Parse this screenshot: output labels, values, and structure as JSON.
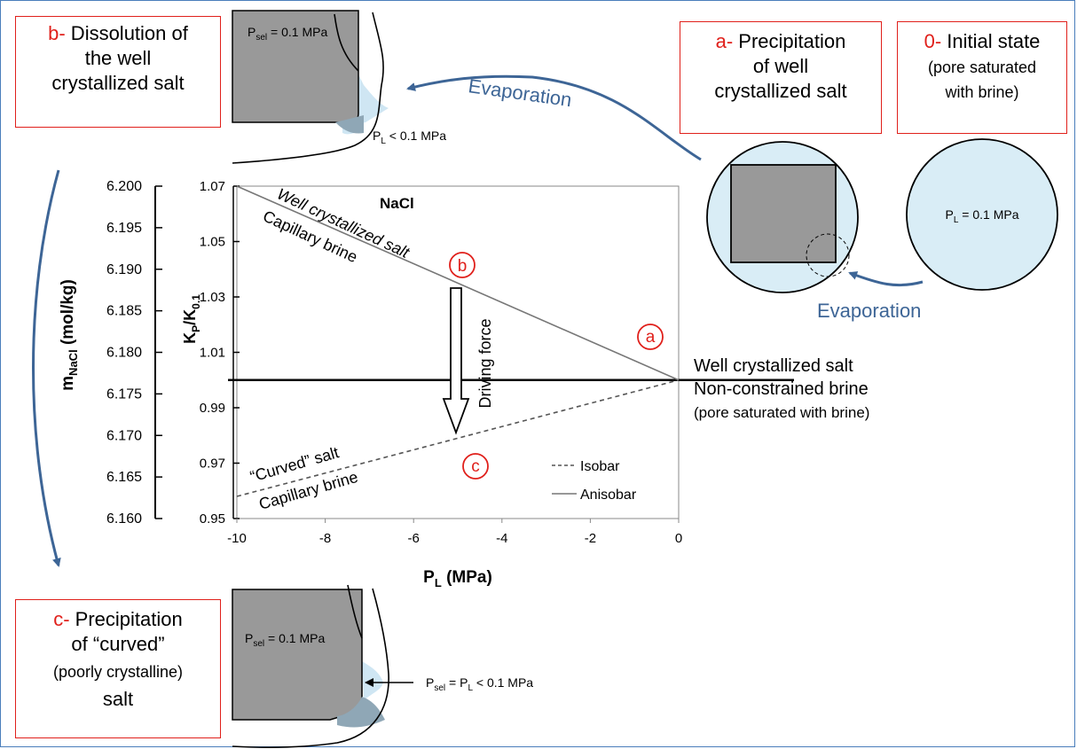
{
  "boxes": {
    "b": {
      "prefix": "b-",
      "line1": " Dissolution of",
      "line2": "the well",
      "line3": "crystallized salt"
    },
    "a": {
      "prefix": "a-",
      "line1": " Precipitation",
      "line2": "of well",
      "line3": "crystallized salt"
    },
    "zero": {
      "prefix": "0-",
      "line1": " Initial state",
      "line2": "(pore saturated",
      "line3": "with brine)"
    },
    "c": {
      "prefix": "c-",
      "line1": " Precipitation",
      "line2": "of “curved”",
      "line3": "(poorly crystalline)",
      "line4": "salt"
    }
  },
  "arrows": {
    "evaporation_top": "Evaporation",
    "evaporation_right": "Evaporation"
  },
  "pressures": {
    "top_psel": {
      "main": "P",
      "sub": "sel",
      "rest": " = 0.1 MPa"
    },
    "top_pl": {
      "main": "P",
      "sub": "L",
      "rest": " < 0.1 MPa"
    },
    "initial_pl": {
      "main": "P",
      "sub": "L",
      "rest": " = 0.1 MPa"
    },
    "bottom_psel": {
      "main": "P",
      "sub": "sel",
      "rest": " = 0.1 MPa"
    },
    "bottom_eq": {
      "main1": "P",
      "sub1": "sel",
      "mid": " = P",
      "sub2": "L",
      "rest": " < 0.1 MPa"
    }
  },
  "state_labels": {
    "ref_line1": "Well crystallized salt",
    "ref_line2": "Non-constrained brine",
    "ref_line3": "(pore saturated with brine)"
  },
  "chart_data": {
    "type": "line",
    "title": "NaCl",
    "xlabel_main": "P",
    "xlabel_sub": "L",
    "xlabel_rest": " (MPa)",
    "ylabel_main": "K",
    "ylabel_sub1": "P",
    "ylabel_mid": "/K",
    "ylabel_sub2": "0.1",
    "ylabel2_main": "m",
    "ylabel2_sub": "NaCl",
    "ylabel2_rest": " (mol/kg)",
    "xlim": [
      -10,
      0
    ],
    "ylim": [
      0.95,
      1.07
    ],
    "ylim2": [
      6.16,
      6.2
    ],
    "x_ticks": [
      "-10",
      "-8",
      "-6",
      "-4",
      "-2",
      "0"
    ],
    "y_ticks": [
      "0.95",
      "0.97",
      "0.99",
      "1.01",
      "1.03",
      "1.05",
      "1.07"
    ],
    "y2_ticks": [
      "6.160",
      "6.165",
      "6.170",
      "6.175",
      "6.180",
      "6.185",
      "6.190",
      "6.195",
      "6.200"
    ],
    "series": [
      {
        "name": "Isobar",
        "style": "dashed",
        "color": "#555555",
        "x": [
          -10,
          0
        ],
        "y": [
          0.958,
          1.0
        ]
      },
      {
        "name": "Anisobar",
        "style": "solid",
        "color": "#777777",
        "x": [
          -10,
          0
        ],
        "y": [
          1.07,
          1.0
        ]
      }
    ],
    "reference_line": {
      "y": 1.0,
      "color": "#000000"
    },
    "line_labels": {
      "upper1": "Well crystallized salt",
      "upper2": "Capillary brine",
      "lower1": "“Curved” salt",
      "lower2": "Capillary brine"
    },
    "driving_force": "Driving force",
    "markers": {
      "a": "a",
      "b": "b",
      "c": "c"
    },
    "legend_position": "bottom-right"
  }
}
